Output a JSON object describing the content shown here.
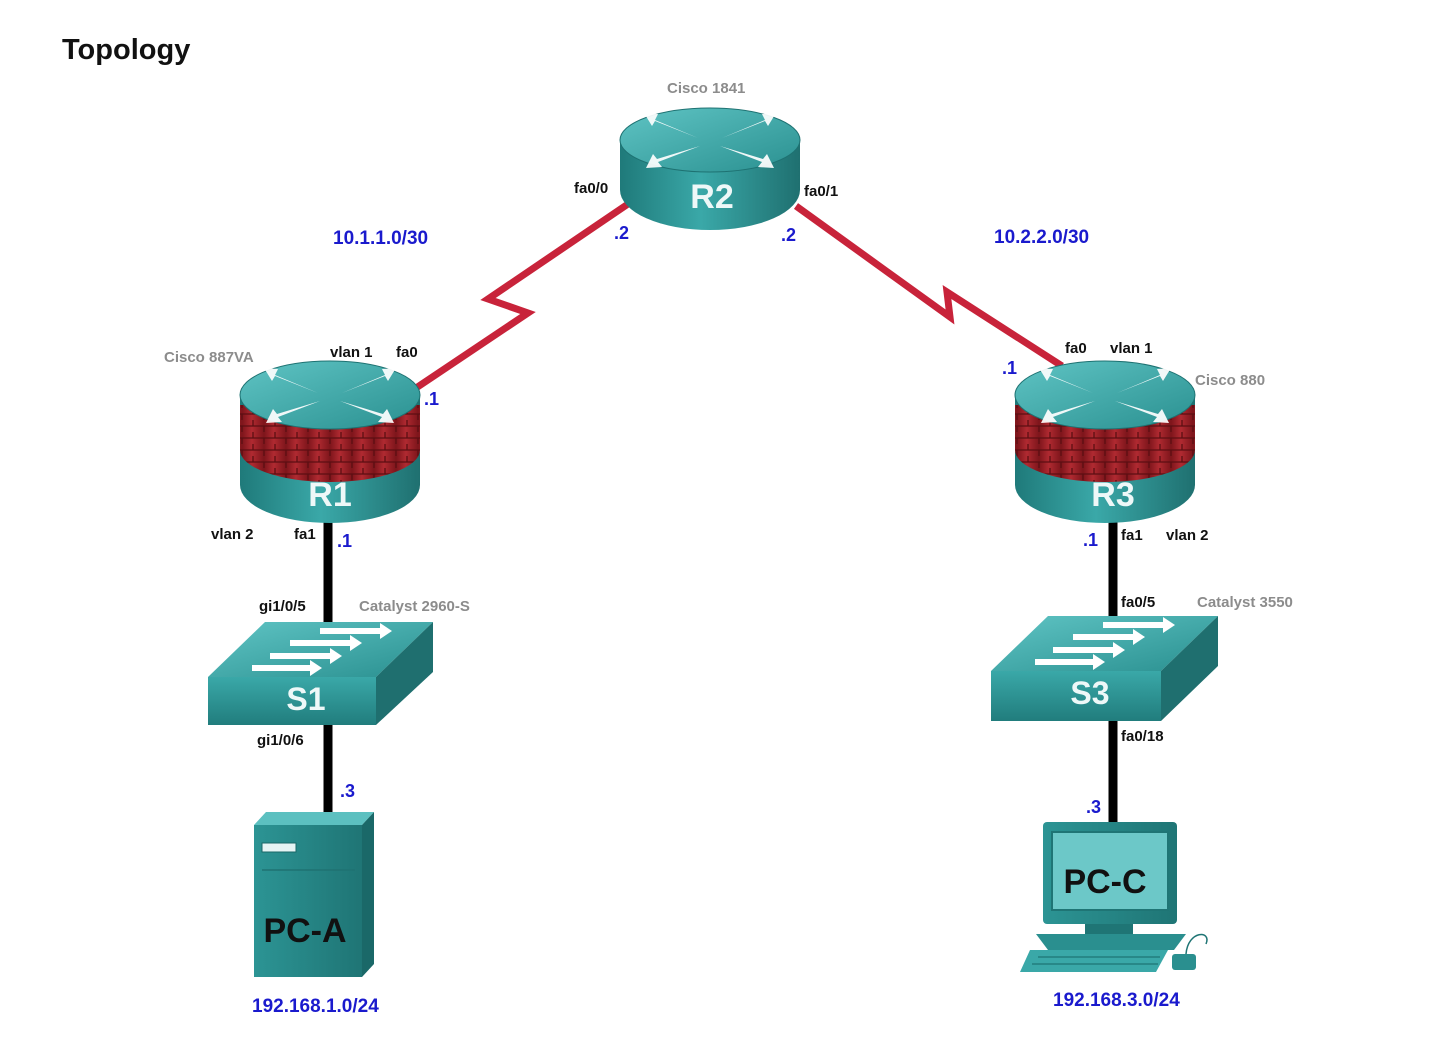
{
  "title": "Topology",
  "colors": {
    "serial_link": "#c8233a",
    "ethernet_link": "#000000",
    "device_teal": "#2f9a9a",
    "device_dark": "#1f7878",
    "firewall_red": "#9a1f24",
    "address_blue": "#1a1acd",
    "model_gray": "#8c8c8c"
  },
  "devices": {
    "r1": {
      "name": "R1",
      "model": "Cisco 887VA",
      "icon": "router-firewall-icon"
    },
    "r2": {
      "name": "R2",
      "model": "Cisco 1841",
      "icon": "router-icon"
    },
    "r3": {
      "name": "R3",
      "model": "Cisco 880",
      "icon": "router-firewall-icon"
    },
    "s1": {
      "name": "S1",
      "model": "Catalyst 2960-S",
      "icon": "switch-icon"
    },
    "s3": {
      "name": "S3",
      "model": "Catalyst 3550",
      "icon": "switch-icon"
    },
    "pca": {
      "name": "PC-A",
      "icon": "server-tower-icon"
    },
    "pcc": {
      "name": "PC-C",
      "icon": "workstation-icon"
    }
  },
  "networks": {
    "r1_r2": "10.1.1.0/30",
    "r2_r3": "10.2.2.0/30",
    "lan_a": "192.168.1.0/24",
    "lan_c": "192.168.3.0/24"
  },
  "interfaces": {
    "r2_left": "fa0/0",
    "r2_right": "fa0/1",
    "r1_wan_vlan": "vlan 1",
    "r1_wan_port": "fa0",
    "r1_lan_vlan": "vlan 2",
    "r1_lan_port": "fa1",
    "r3_wan_port": "fa0",
    "r3_wan_vlan": "vlan 1",
    "r3_lan_port": "fa1",
    "r3_lan_vlan": "vlan 2",
    "s1_up": "gi1/0/5",
    "s1_down": "gi1/0/6",
    "s3_up": "fa0/5",
    "s3_down": "fa0/18"
  },
  "addresses": {
    "r2_left": ".2",
    "r2_right": ".2",
    "r1_wan": ".1",
    "r3_wan": ".1",
    "r1_lan": ".1",
    "r3_lan": ".1",
    "pca": ".3",
    "pcc": ".3"
  }
}
